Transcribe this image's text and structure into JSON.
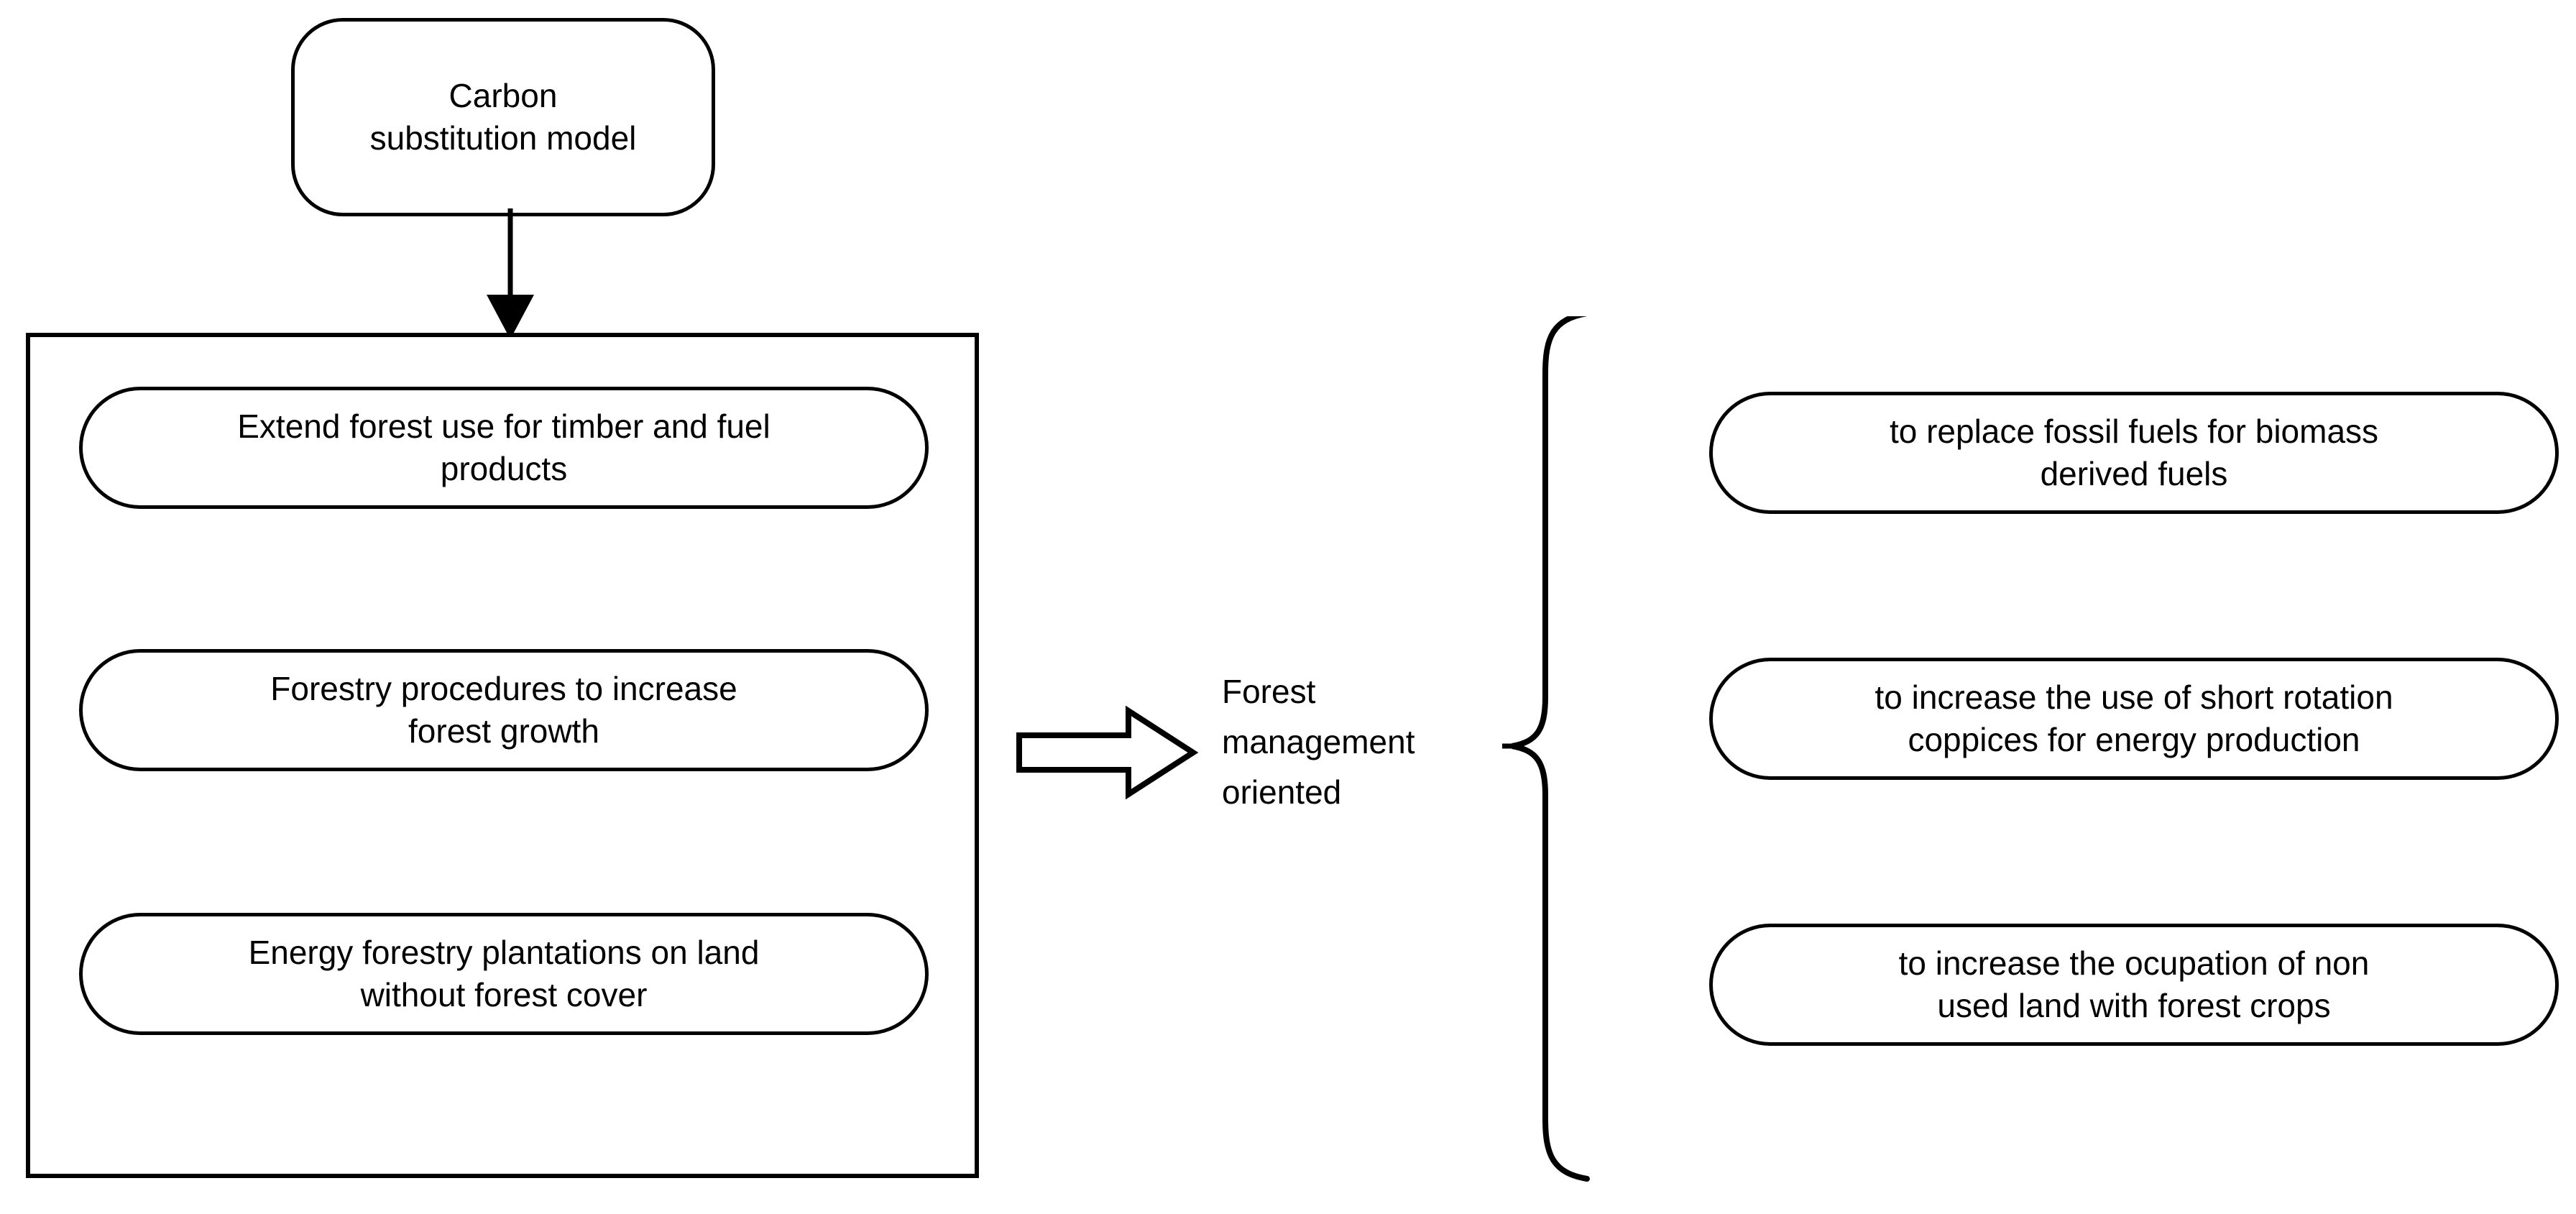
{
  "diagram": {
    "title_node": {
      "label": "Carbon\nsubstitution model"
    },
    "left_group": {
      "items": [
        {
          "label": "Extend forest use for timber and fuel\nproducts"
        },
        {
          "label": "Forestry procedures to increase\nforest growth"
        },
        {
          "label": "Energy forestry plantations on land\nwithout forest cover"
        }
      ]
    },
    "middle": {
      "label": "Forest\nmanagement\noriented"
    },
    "right_group": {
      "items": [
        {
          "label": "to replace fossil fuels for biomass\nderived fuels"
        },
        {
          "label": "to increase the use of short rotation\ncoppices for energy production"
        },
        {
          "label": "to increase the ocupation of non\nused land with forest crops"
        }
      ]
    },
    "style": {
      "stroke": "#000000",
      "fill": "#ffffff"
    }
  }
}
